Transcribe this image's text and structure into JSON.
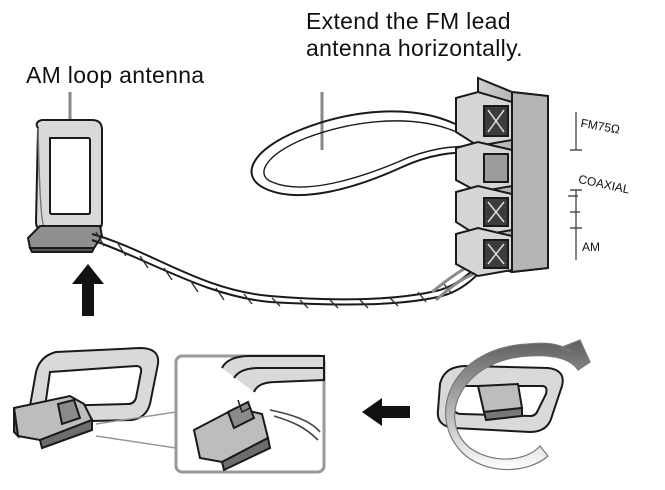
{
  "labels": {
    "am_loop": "AM loop antenna",
    "fm_lead_line1": "Extend the FM lead",
    "fm_lead_line2": "antenna horizontally."
  },
  "terminals": {
    "fm": "FM75Ω",
    "coaxial": "COAXIAL",
    "am": "AM"
  },
  "icons": [
    "up-arrow-icon",
    "left-arrow-icon",
    "rotate-arrow-icon"
  ],
  "colors": {
    "line": "#1a1a1a",
    "fill_light": "#e6e6e6",
    "fill_mid": "#bdbdbd",
    "fill_dark": "#7a7a7a",
    "rotate_arrow": "#666666"
  }
}
